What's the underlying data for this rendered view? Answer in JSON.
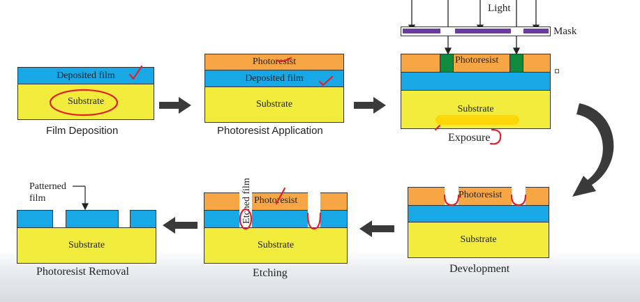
{
  "steps": {
    "film_deposition": {
      "caption": "Film Deposition",
      "film": "Deposited film",
      "substrate": "Substrate"
    },
    "photoresist_application": {
      "caption": "Photoresist Application",
      "photoresist": "Photoresist",
      "film": "Deposited film",
      "substrate": "Substrate"
    },
    "exposure": {
      "caption": "Exposure",
      "light": "Light",
      "mask": "Mask",
      "photoresist": "Photoresist",
      "substrate": "Substrate"
    },
    "development": {
      "caption": "Development",
      "photoresist": "Photoresist",
      "substrate": "Substrate"
    },
    "etching": {
      "caption": "Etching",
      "photoresist": "Photoresist",
      "etched_film": "Etched film",
      "substrate": "Substrate"
    },
    "photoresist_removal": {
      "caption": "Photoresist Removal",
      "patterned_film": "Patterned film",
      "substrate": "Substrate"
    }
  },
  "colors": {
    "substrate": "#f2ec3c",
    "film": "#18a8e6",
    "photoresist": "#f7a646",
    "exposed": "#108a3c",
    "annotation": "#e0202a",
    "arrow": "#3a3a3a"
  }
}
